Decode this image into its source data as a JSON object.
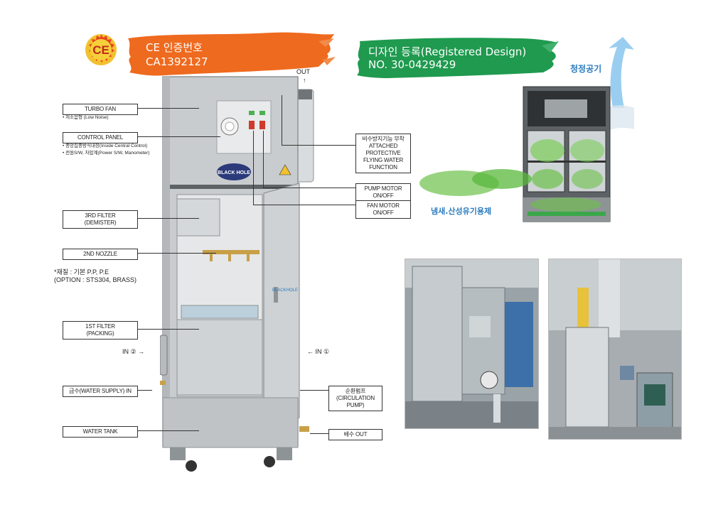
{
  "banners": {
    "ce_line1": "CE 인증번호",
    "ce_line2": "CA1392127",
    "design_line1": "디자인 등록(Registered Design)",
    "design_line2": "NO. 30-0429429"
  },
  "logo": {
    "text": "CE"
  },
  "machine": {
    "out_label": "OUT",
    "in2_label": "IN ② →",
    "in1_label": "← IN ①",
    "brand": "BLACK HOLE",
    "door_brand": "BLACKHOLE"
  },
  "labels": {
    "turbo_fan": "TURBO FAN",
    "turbo_fan_note": "• 저소음형 (Low Noise)",
    "control_panel": "CONTROL PANEL",
    "control_note1": "• 중앙집중방식내장(Inside Central Control)",
    "control_note2": "• 전원S/W, 차압계(Power S/W, Manometer)",
    "third_filter_1": "3RD FILTER",
    "third_filter_2": "(DEMISTER)",
    "second_nozzle": "2ND NOZZLE",
    "material_1": "*재질 : 기본 P.P, P.E",
    "material_2": "(OPTION : STS304, BRASS)",
    "first_filter_1": "1ST FILTER",
    "first_filter_2": "(PACKING)",
    "water_supply": "급수(WATER SUPPLY) IN",
    "water_tank": "WATER TANK",
    "attached_1": "비수방지기능 부착",
    "attached_2": "ATTACHED",
    "attached_3": "PROTECTIVE",
    "attached_4": "FLYING WATER",
    "attached_5": "FUNCTION",
    "pump_motor": "PUMP MOTOR ON/OFF",
    "fan_motor": "FAN MOTOR ON/OFF",
    "circulation_pump": "순환펌프(CIRCULATION PUMP)",
    "drain_out": "배수 OUT"
  },
  "diagram": {
    "clean_air": "청정공기",
    "odor_removal": "냄새.산성유기용제"
  },
  "colors": {
    "orange": "#ee6a1e",
    "green": "#1f9a4f",
    "machine_gray": "#c9ccce",
    "machine_dark": "#9ea3a6",
    "blue_text": "#2a7bbf"
  }
}
